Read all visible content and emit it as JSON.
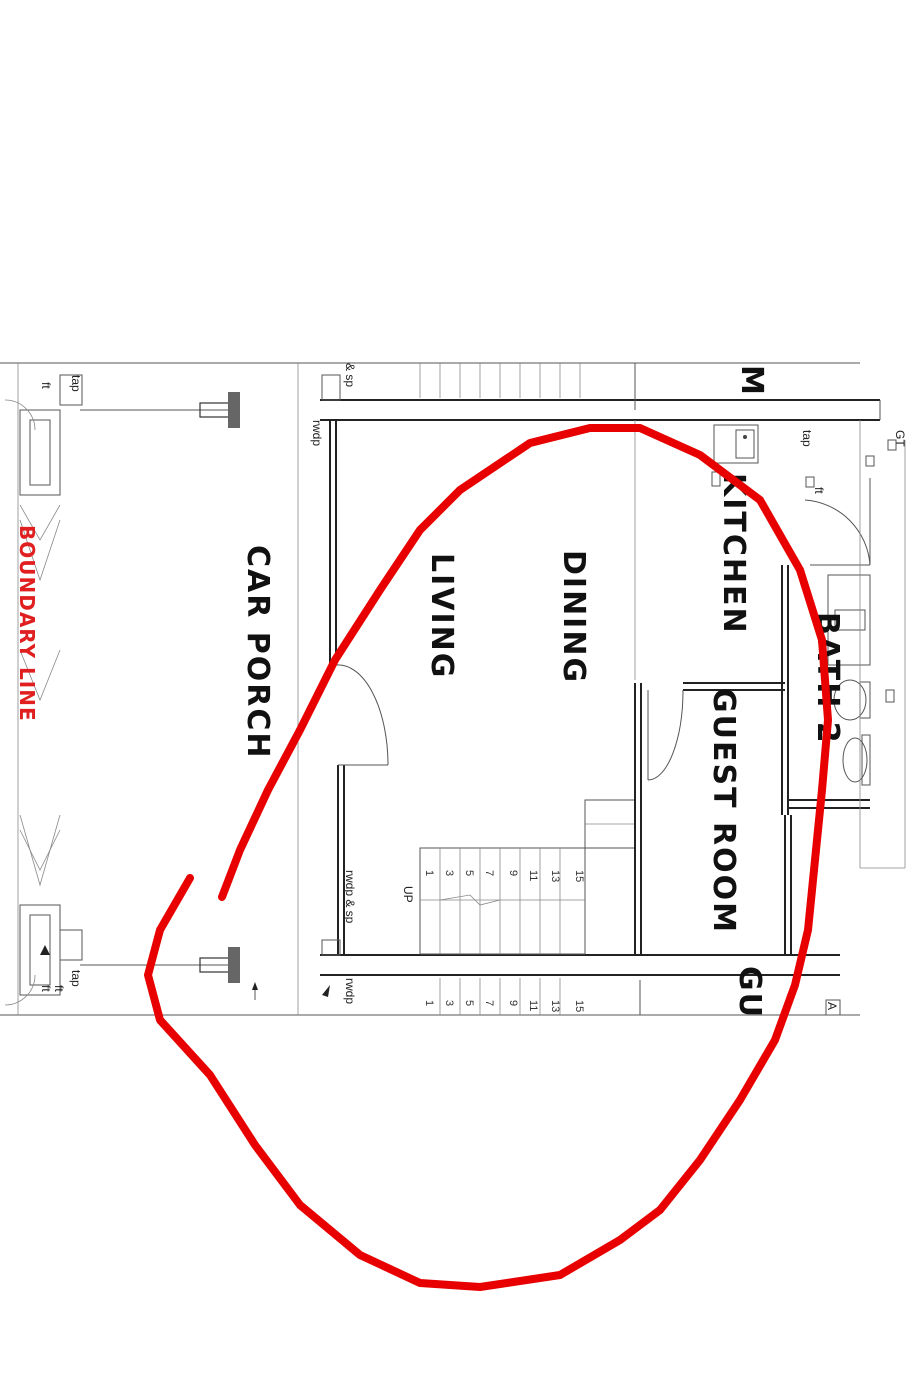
{
  "labels": {
    "car_porch": "CAR PORCH",
    "living": "LIVING",
    "dining": "DINING",
    "kitchen": "KITCHEN",
    "guest_room": "GUEST ROOM",
    "bath": "BATH 2",
    "boundary": "BOUNDARY LINE",
    "up": "UP",
    "gt": "GT",
    "tap_top": "tap",
    "tap_left_top": "tap",
    "tap_left_bottom": "tap",
    "ft_1": "ft",
    "ft_2": "ft",
    "ft_3": "ft",
    "ft_4": "ft",
    "rwdp_top": "rwdp",
    "rwdp_sp_top": "& sp",
    "rwdp_sp_mid": "rwdp & sp",
    "rwdp_bottom": "rwdp",
    "partial_top": "M",
    "partial_bottom": "GU",
    "partial_right": "A"
  },
  "steps": [
    "1",
    "3",
    "5",
    "7",
    "9",
    "11",
    "13",
    "15"
  ],
  "colors": {
    "annotation": "#e80000",
    "boundary_text": "#e02020",
    "wall": "#222222"
  }
}
